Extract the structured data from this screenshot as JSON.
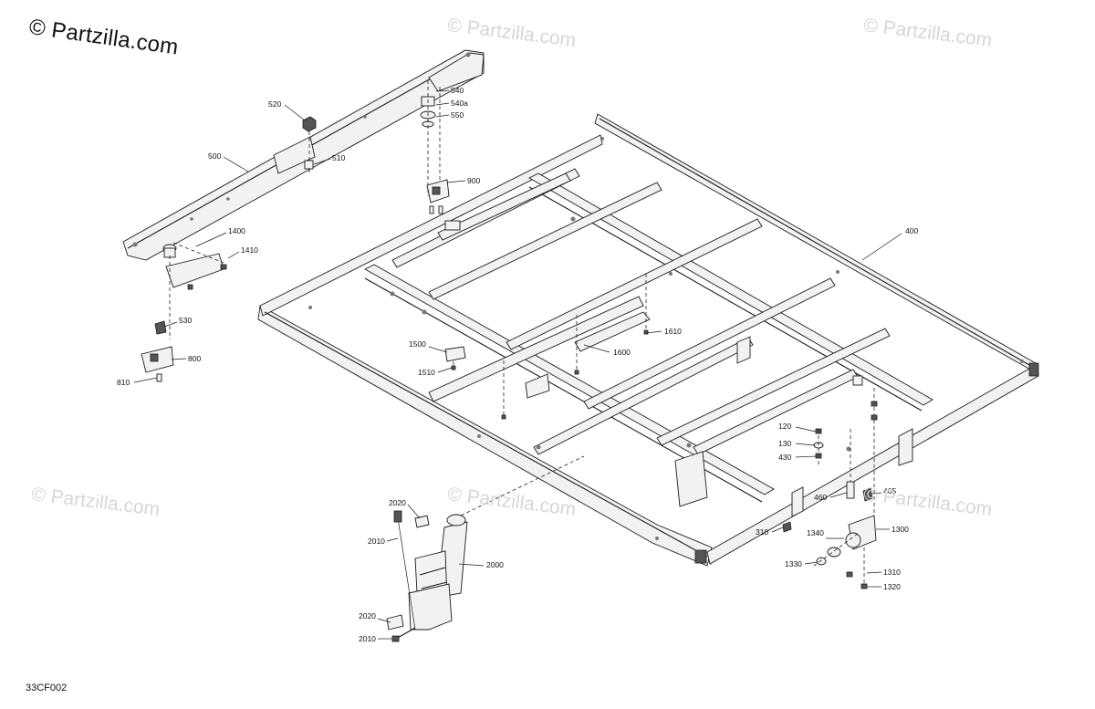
{
  "brand": "© Partzilla.com",
  "watermark": "© Partzilla.com",
  "diagram_code": "33CF002",
  "callouts": {
    "c500": "500",
    "c510": "510",
    "c520": "520",
    "c540": "540",
    "c540a": "540a",
    "c550": "550",
    "c900": "900",
    "c1400": "1400",
    "c1410": "1410",
    "c530": "530",
    "c800": "800",
    "c810": "810",
    "c400": "400",
    "c1500": "1500",
    "c1510": "1510",
    "c1600": "1600",
    "c1610": "1610",
    "c120": "120",
    "c130": "130",
    "c430": "430",
    "c460": "460",
    "c465": "465",
    "c1300": "1300",
    "c310": "310",
    "c1340": "1340",
    "c1330": "1330",
    "c1310": "1310",
    "c1320": "1320",
    "c2020a": "2020",
    "c2010a": "2010",
    "c2000": "2000",
    "c2020b": "2020",
    "c2010b": "2010"
  }
}
